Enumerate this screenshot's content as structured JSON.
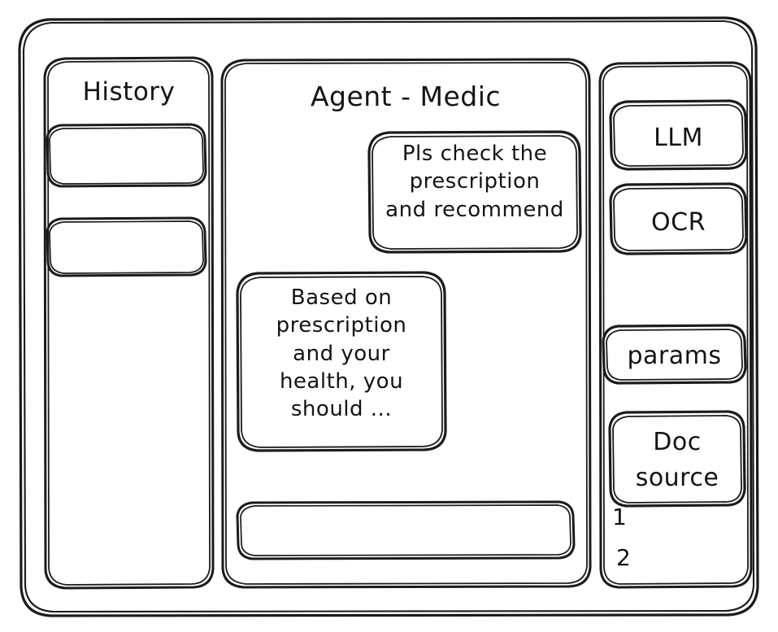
{
  "window": {
    "name": "agent-wireframe-window",
    "style": "hand-drawn-wireframe",
    "background": "#ffffff",
    "stroke_color": "#1b1b1f"
  },
  "sidebar": {
    "title": "History",
    "items": [
      {
        "label": "",
        "name": "history-item-1"
      },
      {
        "label": "",
        "name": "history-item-2"
      }
    ]
  },
  "main": {
    "title": "Agent - Medic",
    "messages": [
      {
        "role": "user",
        "align": "right",
        "text": "Pls check the\nprescription\nand recommend"
      },
      {
        "role": "assistant",
        "align": "left",
        "text": "Based on\nprescription\nand your\nhealth, you\nshould ..."
      }
    ],
    "composer": {
      "value": "",
      "placeholder": ""
    }
  },
  "tools_panel": {
    "groups": [
      {
        "name": "model-tools",
        "chips": [
          {
            "label": "LLM",
            "name": "tool-chip-llm"
          },
          {
            "label": "OCR",
            "name": "tool-chip-ocr"
          }
        ]
      },
      {
        "name": "config-tools",
        "chips": [
          {
            "label": "params",
            "name": "tool-chip-params"
          },
          {
            "label": "Doc\nsource",
            "name": "tool-chip-doc-source"
          }
        ]
      }
    ],
    "source_list": [
      {
        "label": "1",
        "name": "doc-source-item-1"
      },
      {
        "label": "2",
        "name": "doc-source-item-2"
      }
    ]
  }
}
